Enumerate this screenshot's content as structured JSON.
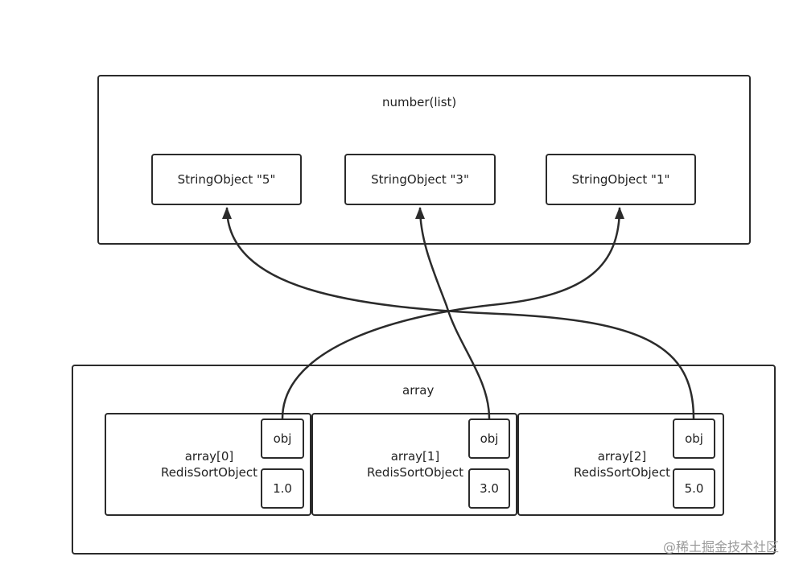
{
  "top_container": {
    "label": "number(list)",
    "items": [
      {
        "label": "StringObject \"5\""
      },
      {
        "label": "StringObject \"3\""
      },
      {
        "label": "StringObject \"1\""
      }
    ]
  },
  "bottom_container": {
    "label": "array",
    "items": [
      {
        "index_label": "array[0]",
        "type_label": "RedisSortObject",
        "obj_label": "obj",
        "score": "1.0"
      },
      {
        "index_label": "array[1]",
        "type_label": "RedisSortObject",
        "obj_label": "obj",
        "score": "3.0"
      },
      {
        "index_label": "array[2]",
        "type_label": "RedisSortObject",
        "obj_label": "obj",
        "score": "5.0"
      }
    ]
  },
  "watermark": "@稀土掘金技术社区",
  "colors": {
    "stroke": "#2b2b2b",
    "text": "#222222",
    "watermark": "#9a9a9a"
  }
}
